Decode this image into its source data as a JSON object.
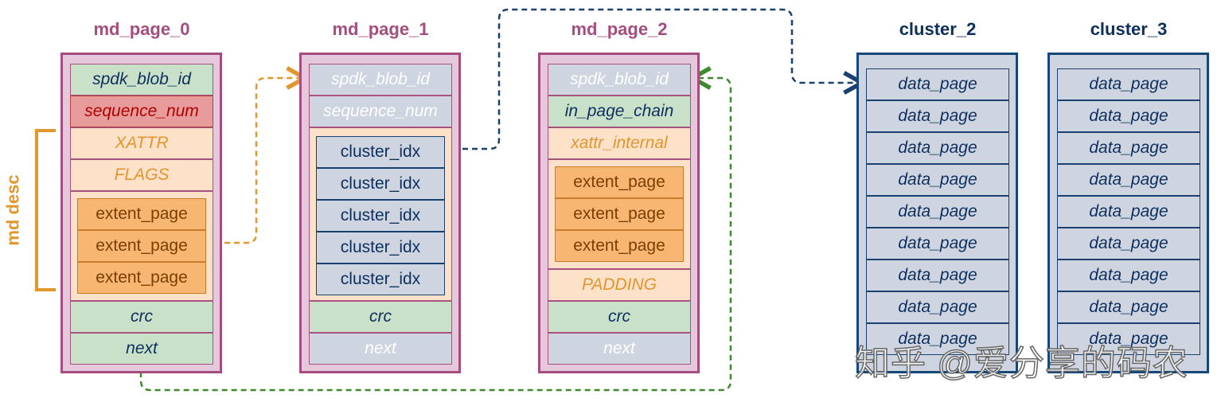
{
  "colors": {
    "title_page": "#a54d7e",
    "title_cluster": "#0d2f5e",
    "md_desc": "#e3952e"
  },
  "pages": [
    {
      "title": "md_page_0",
      "blob_id": "spdk_blob_id",
      "sequence_num": "sequence_num",
      "xattr": "XATTR",
      "flags": "FLAGS",
      "extents": [
        "extent_page",
        "extent_page",
        "extent_page"
      ],
      "crc": "crc",
      "next": "next"
    },
    {
      "title": "md_page_1",
      "blob_id": "spdk_blob_id",
      "sequence_num": "sequence_num",
      "clusters": [
        "cluster_idx",
        "cluster_idx",
        "cluster_idx",
        "cluster_idx",
        "cluster_idx"
      ],
      "crc": "crc",
      "next": "next"
    },
    {
      "title": "md_page_2",
      "blob_id": "spdk_blob_id",
      "in_page_chain": "in_page_chain",
      "xattr_internal": "xattr_internal",
      "extents": [
        "extent_page",
        "extent_page",
        "extent_page"
      ],
      "padding": "PADDING",
      "crc": "crc",
      "next": "next"
    }
  ],
  "md_desc_label": "md desc",
  "clusters": [
    {
      "title": "cluster_2",
      "pages": [
        "data_page",
        "data_page",
        "data_page",
        "data_page",
        "data_page",
        "data_page",
        "data_page",
        "data_page",
        "data_page"
      ]
    },
    {
      "title": "cluster_3",
      "pages": [
        "data_page",
        "data_page",
        "data_page",
        "data_page",
        "data_page",
        "data_page",
        "data_page",
        "data_page",
        "data_page"
      ]
    }
  ],
  "watermark": "知乎 @爱分享的码农"
}
